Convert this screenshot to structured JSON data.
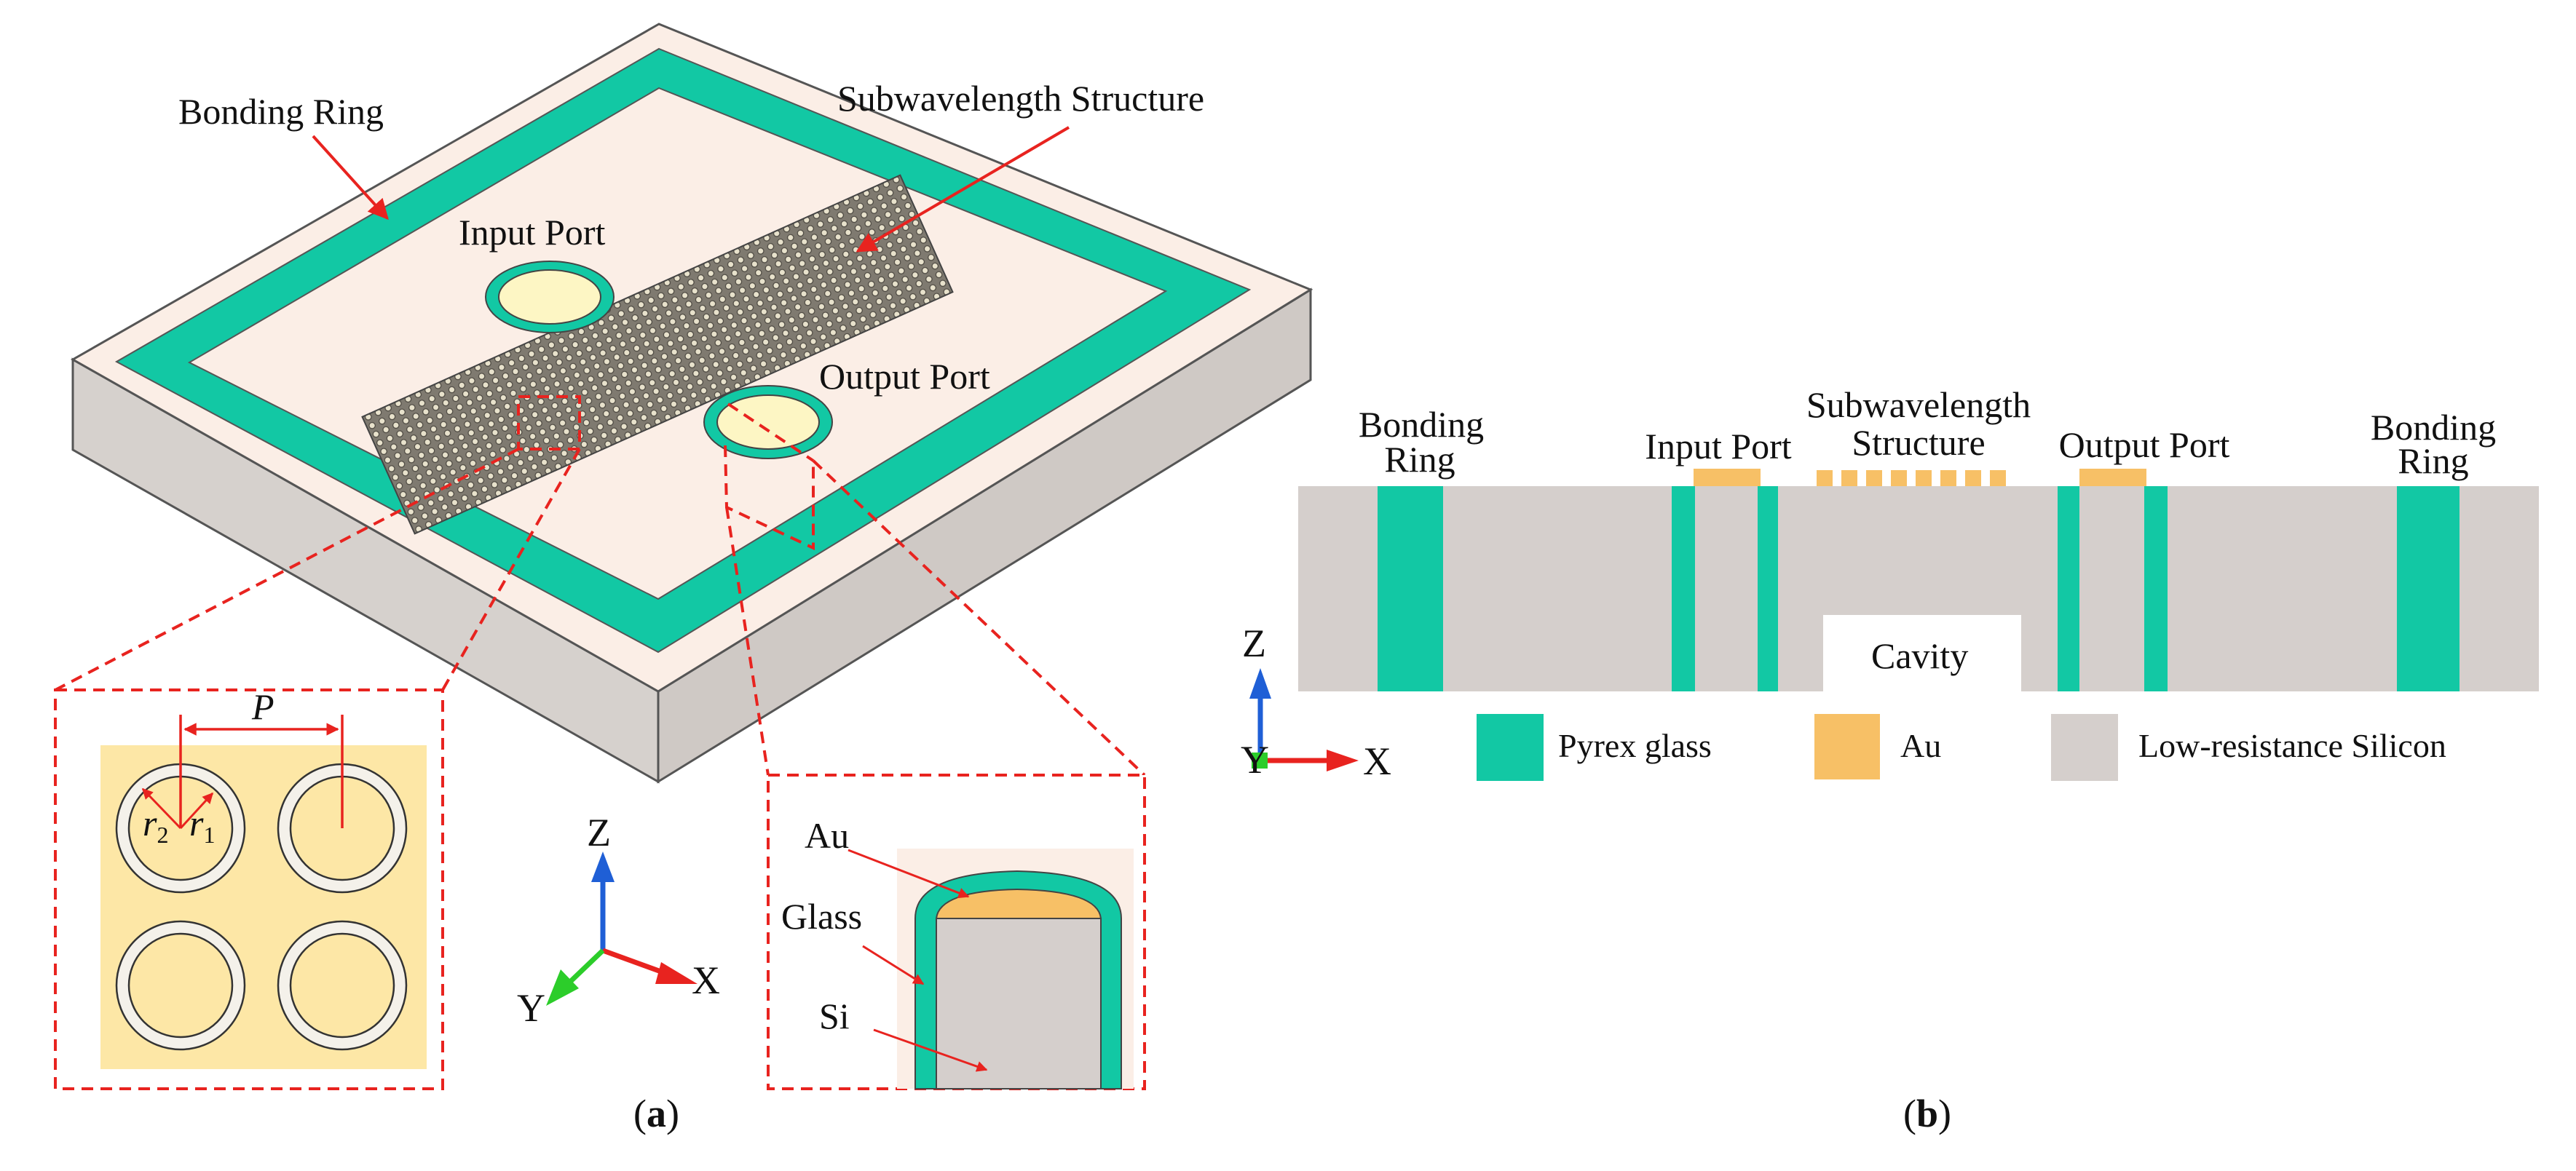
{
  "panel_a": {
    "caption_open": "(",
    "caption_letter": "a",
    "caption_close": ")",
    "labels": {
      "bonding_ring": "Bonding Ring",
      "subwavelength_structure": "Subwavelength Structure",
      "input_port": "Input Port",
      "output_port": "Output Port"
    },
    "inset_unit_cell": {
      "period": "P",
      "r2_base": "r",
      "r2_sub": "2",
      "r1_base": "r",
      "r1_sub": "1"
    },
    "inset_port_section": {
      "au": "Au",
      "glass": "Glass",
      "si": "Si"
    },
    "axes": {
      "x": "X",
      "y": "Y",
      "z": "Z"
    }
  },
  "panel_b": {
    "caption_open": "(",
    "caption_letter": "b",
    "caption_close": ")",
    "labels": {
      "bonding_ring_left_1": "Bonding",
      "bonding_ring_left_2": "Ring",
      "input_port": "Input Port",
      "subwavelength_1": "Subwavelength",
      "subwavelength_2": "Structure",
      "output_port": "Output Port",
      "bonding_ring_right_1": "Bonding",
      "bonding_ring_right_2": "Ring",
      "cavity": "Cavity"
    },
    "axes": {
      "x": "X",
      "y": "Y",
      "z": "Z"
    },
    "legend": [
      {
        "label": "Pyrex glass",
        "color": "#12c8a4"
      },
      {
        "label": "Au",
        "color": "#f7c066"
      },
      {
        "label": "Low-resistance Silicon",
        "color": "#d5cfcc"
      }
    ]
  },
  "colors": {
    "glass": "#12c8a4",
    "gold": "#f7c066",
    "silicon": "#d5cfcc",
    "top_surface": "#fbeee6",
    "port_fill": "#fdf6c4",
    "inset_bg": "#fde7a6",
    "leader_red": "#e8231f",
    "axis_z": "#1f5fd6",
    "axis_x": "#e8231f",
    "axis_y": "#2ccd2a"
  }
}
